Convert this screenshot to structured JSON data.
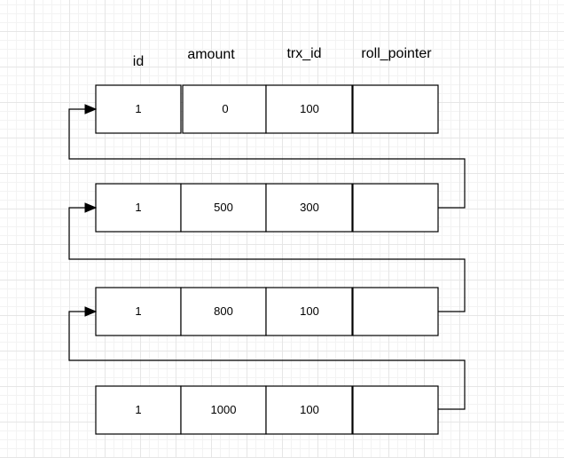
{
  "columns": [
    "id",
    "amount",
    "trx_id",
    "roll_pointer"
  ],
  "rows": [
    {
      "id": "1",
      "amount": "0",
      "trx_id": "100",
      "roll_pointer": ""
    },
    {
      "id": "1",
      "amount": "500",
      "trx_id": "300",
      "roll_pointer": ""
    },
    {
      "id": "1",
      "amount": "800",
      "trx_id": "100",
      "roll_pointer": ""
    },
    {
      "id": "1",
      "amount": "1000",
      "trx_id": "100",
      "roll_pointer": ""
    }
  ],
  "colors": {
    "line": "#000000",
    "cell_fill": "#ffffff",
    "grid": "#e6e6e6"
  }
}
